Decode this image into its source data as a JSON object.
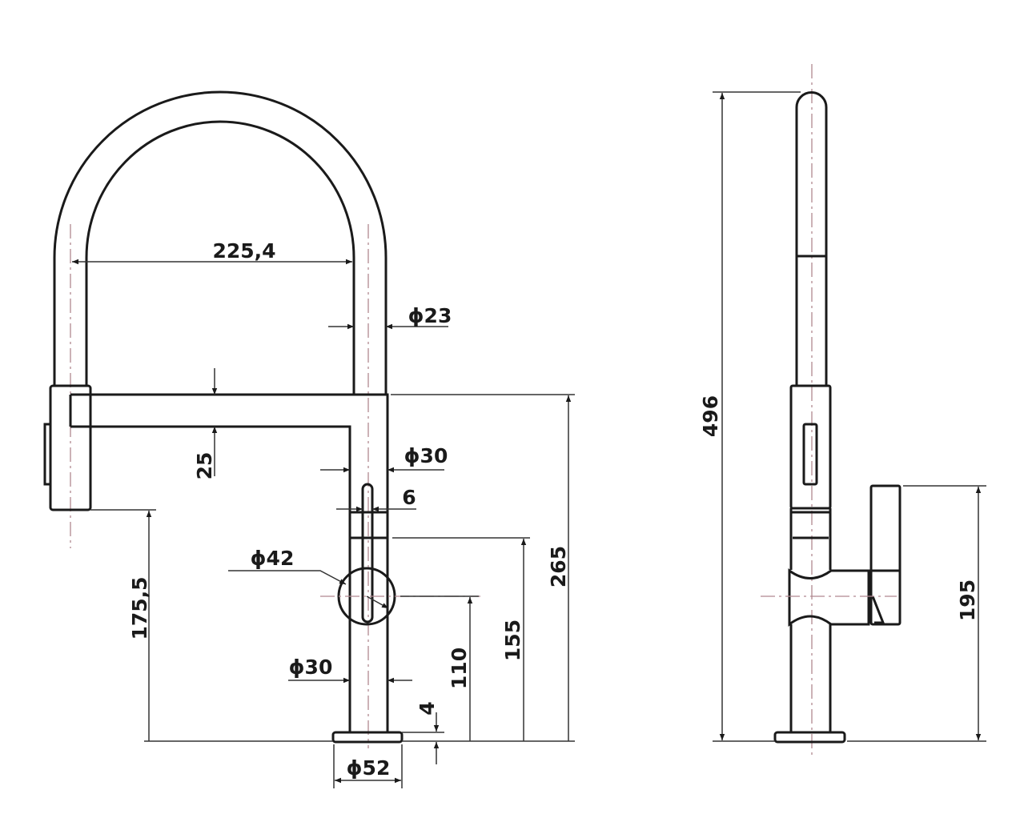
{
  "front_view": {
    "dimensions": {
      "arch_span": "225,4",
      "spout_diameter": "ϕ23",
      "arm_height": "25",
      "body_diameter_upper": "ϕ30",
      "lever_width": "6",
      "handle_diameter": "ϕ42",
      "body_diameter_lower": "ϕ30",
      "spout_outlet_height": "175,5",
      "handle_center_height": "110",
      "collar_height": "155",
      "arm_top_height": "265",
      "base_thickness": "4",
      "base_diameter": "ϕ52"
    }
  },
  "side_view": {
    "dimensions": {
      "total_height": "496",
      "lever_top_height": "195"
    }
  },
  "colors": {
    "line": "#1a1a1a",
    "centerline": "#b08890"
  }
}
